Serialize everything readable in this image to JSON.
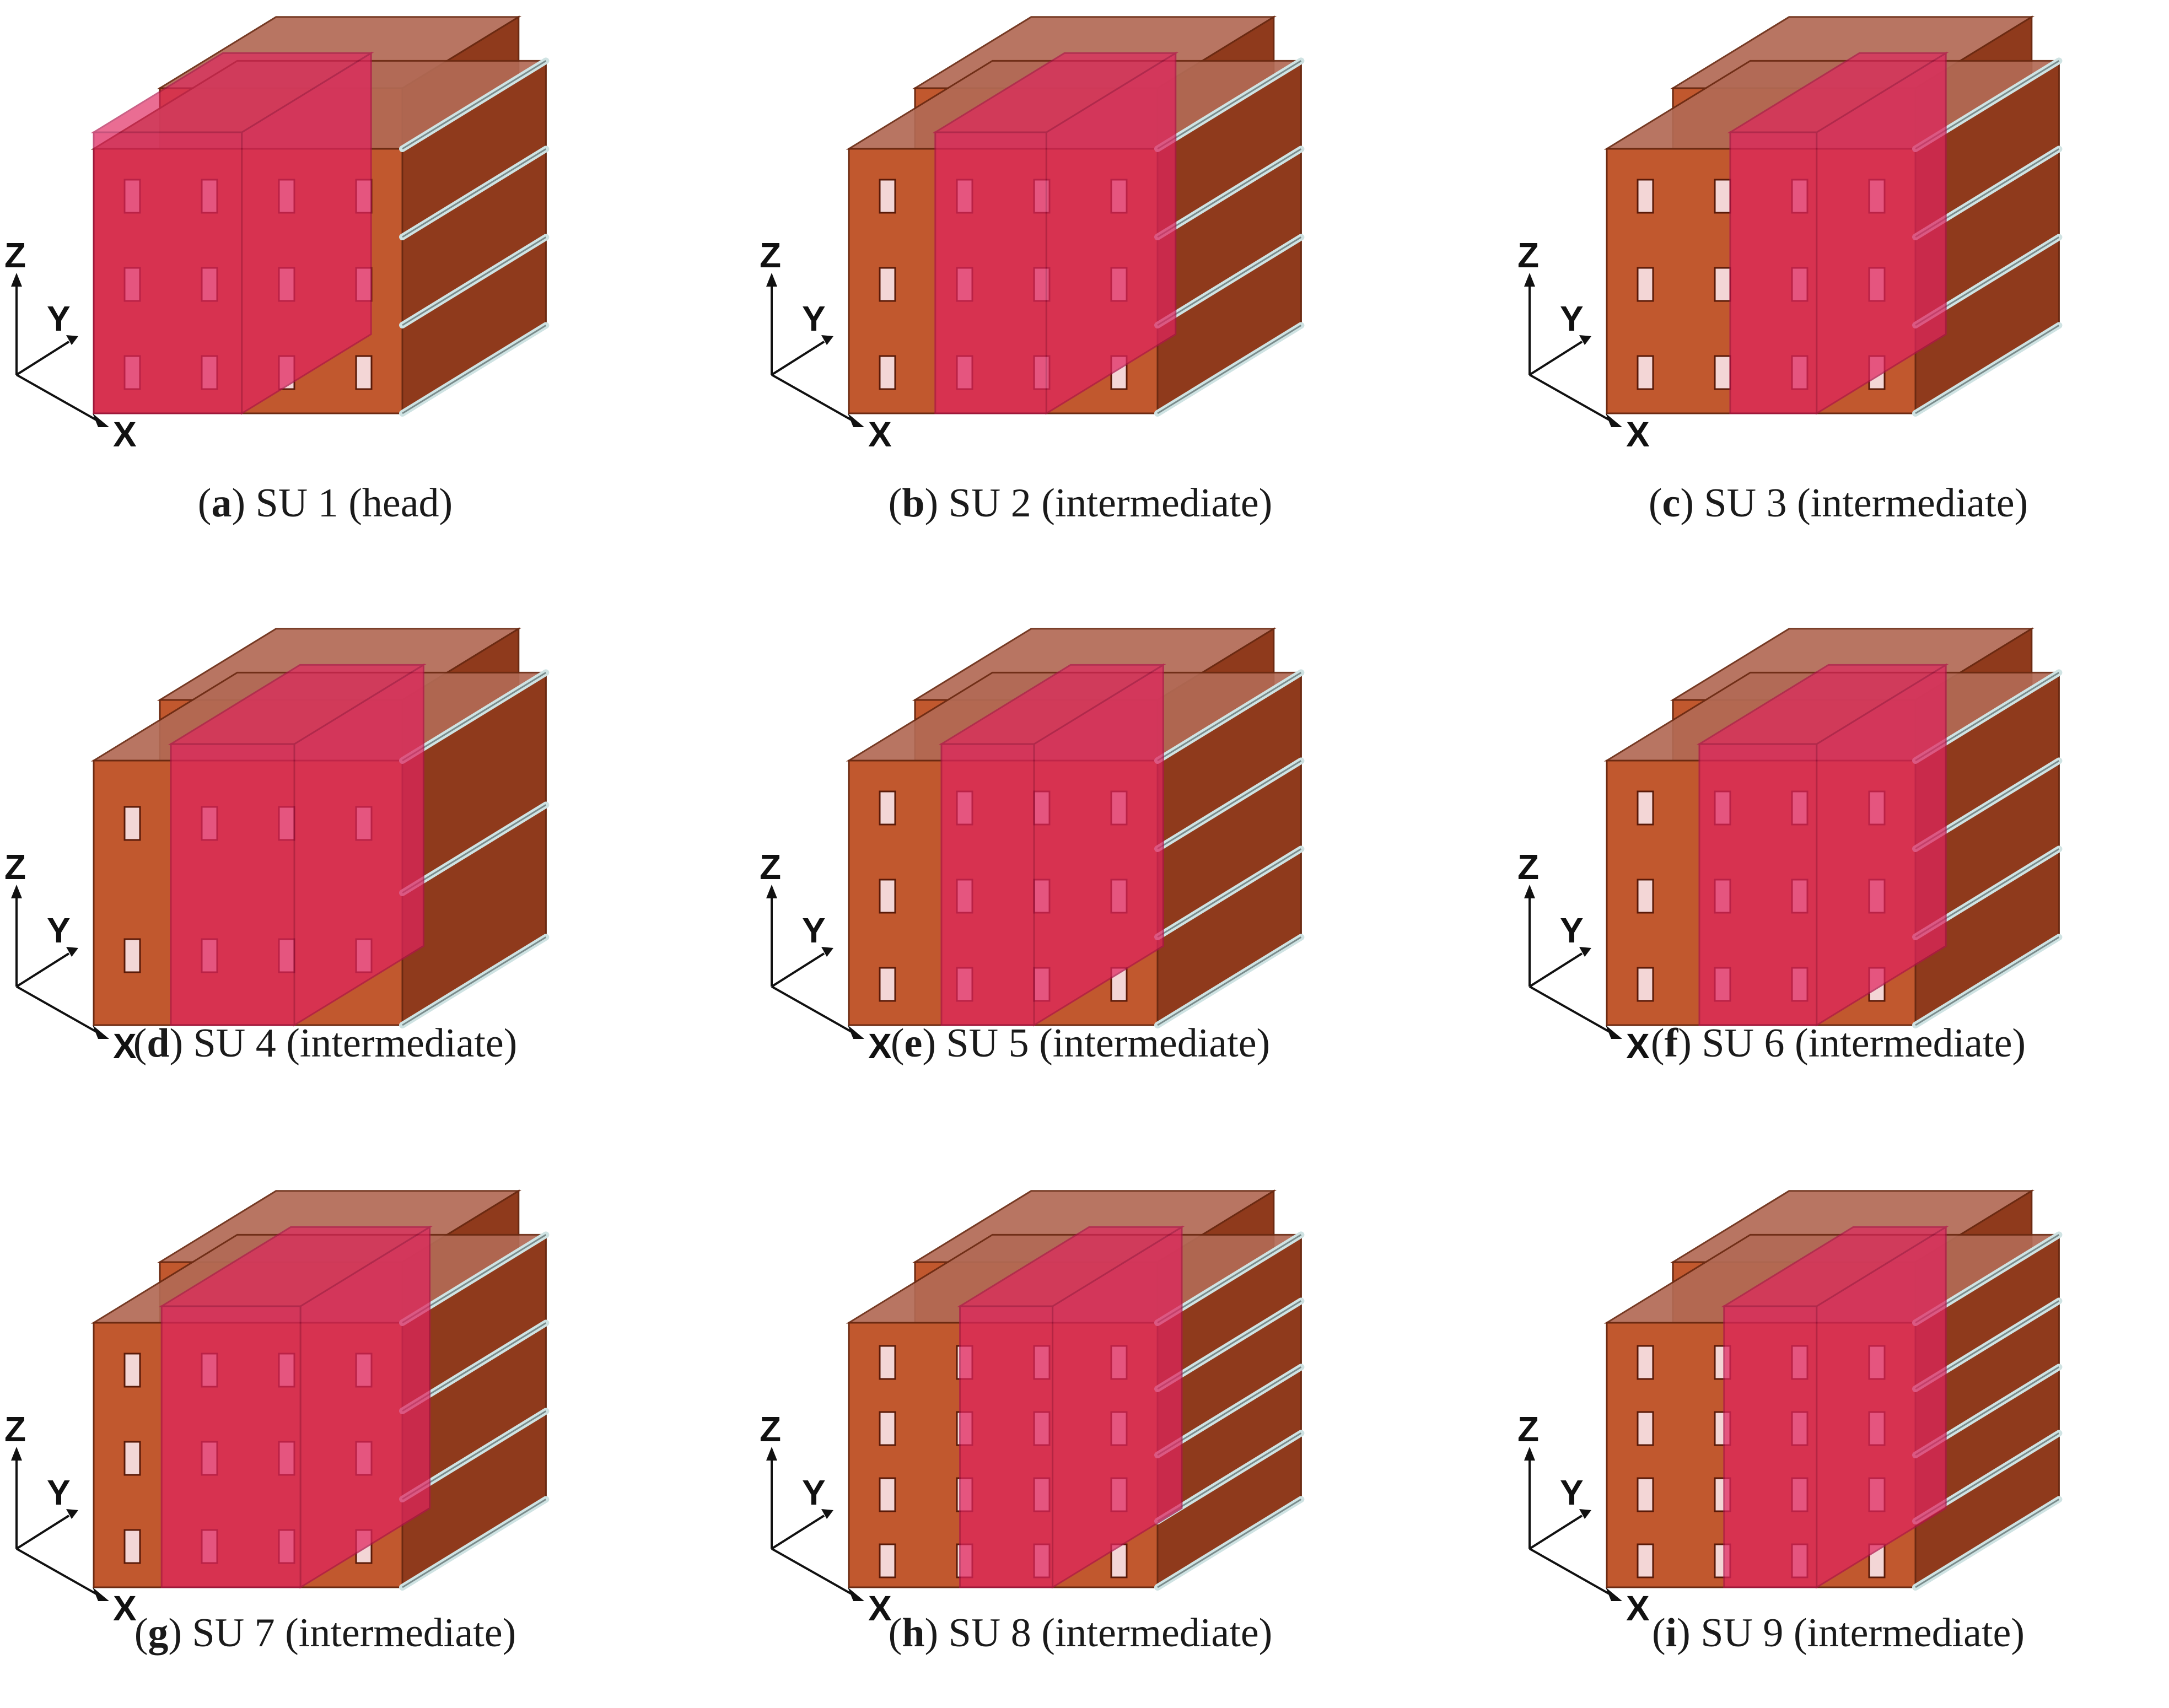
{
  "panels": [
    {
      "letter": "a",
      "caption": "SU 1 (head)"
    },
    {
      "letter": "b",
      "caption": "SU 2 (intermediate)"
    },
    {
      "letter": "c",
      "caption": "SU 3 (intermediate)"
    },
    {
      "letter": "d",
      "caption": "SU 4 (intermediate)"
    },
    {
      "letter": "e",
      "caption": "SU 5 (intermediate)"
    },
    {
      "letter": "f",
      "caption": "SU 6 (intermediate)"
    },
    {
      "letter": "g",
      "caption": "SU 7 (intermediate)"
    },
    {
      "letter": "h",
      "caption": "SU 8 (intermediate)"
    },
    {
      "letter": "i",
      "caption": "SU 9 (intermediate)"
    }
  ],
  "axes": {
    "z": "Z",
    "y": "Y",
    "x": "X"
  },
  "colors": {
    "masonry": "#c1582e",
    "masonry_dark": "#8f3a1c",
    "masonry_top": "#b26a55",
    "highlight": "#e0245e",
    "cornice": "#cfe3e3"
  }
}
